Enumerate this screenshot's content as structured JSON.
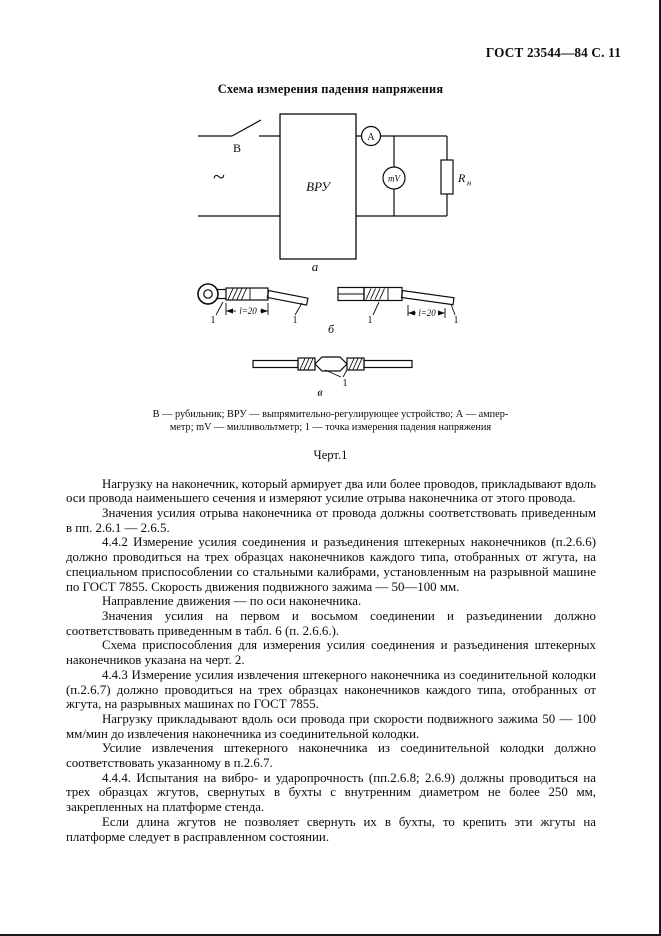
{
  "header": {
    "doc_ref": "ГОСТ 23544—84 С. 11"
  },
  "figure": {
    "title": "Схема измерения падения напряжения",
    "labels": {
      "switch": "В",
      "source": "~",
      "device": "ВРУ",
      "ammeter": "А",
      "millivoltmeter": "mV",
      "resistor_main": "R",
      "resistor_sub": "н",
      "part_a": "а",
      "part_b": "б",
      "part_v": "в",
      "dim_b_left": "l=20",
      "dim_b_right": "l=20",
      "point_1": "1"
    },
    "caption": {
      "line1": "В — рубильник; ВРУ — выпрямительно-регулирующее устройство; А — ампер-",
      "line2": "метр; mV — милливольтметр; 1 — точка измерения падения напряжения"
    },
    "number": "Черт.1"
  },
  "body": {
    "paragraphs": [
      "Нагрузку на наконечник, который армирует два или более проводов, прикладывают вдоль оси провода наименьшего сечения и измеряют усилие отрыва наконечника от этого провода.",
      "Значения усилия отрыва наконечника от провода должны соответствовать приведенным в пп. 2.6.1 — 2.6.5.",
      "4.4.2 Измерение усилия соединения и разъединения штекерных наконечников (п.2.6.6) должно проводиться на трех образцах наконечников каждого типа, отобранных от жгута, на специальном приспособлении со стальными калибрами, установленным на разрывной машине по ГОСТ 7855. Скорость движения подвижного зажима — 50—100 мм.",
      "Направление движения — по оси наконечника.",
      "Значения усилия на первом и восьмом соединении и разъединении должно соответствовать приведенным в табл. 6 (п. 2.6.6.).",
      "Схема приспособления для измерения усилия соединения и разъединения штекерных наконечников указана на черт. 2.",
      "4.4.3 Измерение усилия извлечения штекерного наконечника из соединительной колодки (п.2.6.7) должно проводиться на трех образцах наконечников каждого типа, отобранных от жгута, на разрывных машинах по ГОСТ 7855.",
      "Нагрузку прикладывают вдоль оси провода при скорости подвижного зажима 50 — 100 мм/мин до извлечения наконечника из соединительной колодки.",
      "Усилие извлечения штекерного наконечника из соединительной колодки должно соответствовать указанному в п.2.6.7.",
      "4.4.4. Испытания на вибро- и ударопрочность (пп.2.6.8; 2.6.9) должны проводиться на трех образцах жгутов, свернутых в бухты с внутренним диаметром не более 250 мм, закрепленных на платформе стенда.",
      "Если длина жгутов не позволяет свернуть их в бухты, то крепить эти жгуты на платформе следует в расправленном состоянии."
    ]
  }
}
